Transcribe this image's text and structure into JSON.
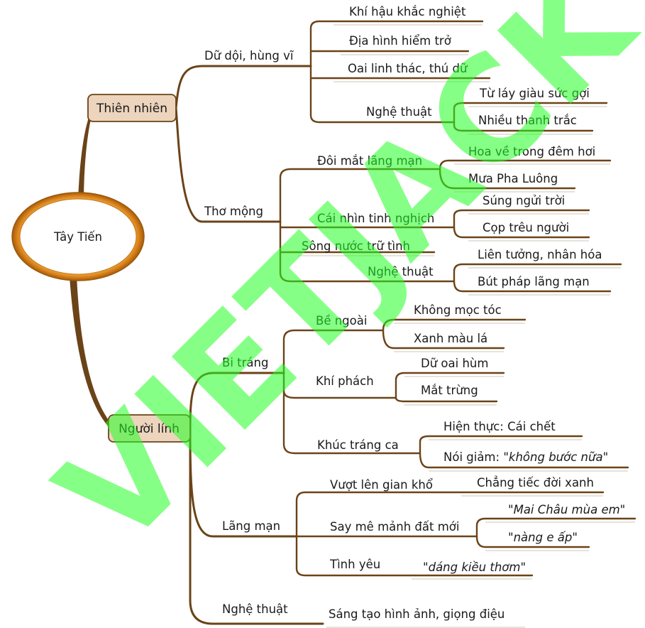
{
  "watermark": "VIETJACK",
  "root": {
    "label": "Tây Tiến"
  },
  "branches": {
    "thien_nhien": {
      "label": "Thiên nhiên",
      "du_doi": {
        "label": "Dữ dội, hùng vĩ",
        "item1": "Khí hậu khắc nghiệt",
        "item2": "Địa hình hiểm trở",
        "item3": "Oai linh thác, thú dữ",
        "nghe_thuat": {
          "label": "Nghệ thuật",
          "item1": "Từ láy giàu sức gợi",
          "item2": "Nhiều thanh trắc"
        }
      },
      "tho_mong": {
        "label": "Thơ mộng",
        "doi_mat": {
          "label": "Đôi mắt lãng mạn",
          "item1": "Hoa về trong đêm hơi",
          "item2": "Mưa Pha Luông"
        },
        "cai_nhin": {
          "label": "Cái nhìn tinh nghịch",
          "item1": "Súng ngửi trời",
          "item2": "Cọp trêu người"
        },
        "song_nuoc": "Sông nước trữ tình",
        "nghe_thuat": {
          "label": "Nghệ thuật",
          "item1": "Liên tưởng, nhân hóa",
          "item2": "Bút pháp lãng mạn"
        }
      }
    },
    "nguoi_linh": {
      "label": "Người lính",
      "bi_trang": {
        "label": "Bi tráng",
        "be_ngoai": {
          "label": "Bề ngoài",
          "item1": "Không mọc tóc",
          "item2": "Xanh màu lá"
        },
        "khi_phach": {
          "label": "Khí phách",
          "item1": "Dữ oai hùm",
          "item2": "Mắt trừng"
        },
        "khuc_trang_ca": {
          "label": "Khúc tráng ca",
          "item1": "Hiện thực: Cái chết",
          "item2_prefix": "Nói giảm: ",
          "item2_quote": "\"không bước nữa\""
        }
      },
      "lang_man": {
        "label": "Lãng mạn",
        "vuot_len": {
          "label": "Vượt lên gian khổ",
          "item1": "Chẳng tiếc đời xanh"
        },
        "say_me": {
          "label": "Say mê mảnh đất mới",
          "item1": "\"Mai Châu mùa em\"",
          "item2": "\"nàng e ấp\""
        },
        "tinh_yeu": {
          "label": "Tình yêu",
          "item1": "\"dáng kiều thơm\""
        }
      },
      "nghe_thuat": {
        "label": "Nghệ thuật",
        "item1": "Sáng tạo hình ảnh, giọng điệu"
      }
    }
  },
  "colors": {
    "branch": "#6b4318",
    "main_fill": "#ecd4bd",
    "root_ring": "#d98a1a",
    "watermark": "#22ff22"
  }
}
